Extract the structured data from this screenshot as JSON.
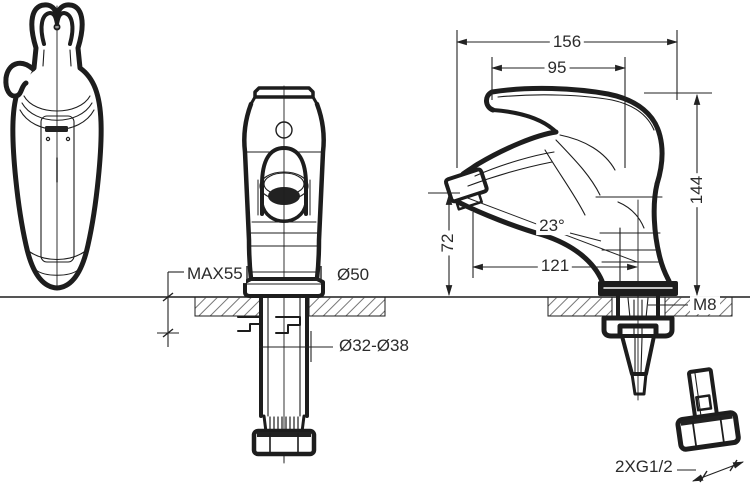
{
  "colors": {
    "line": "#1d1d1d",
    "text": "#2b2b2b",
    "background": "#ffffff",
    "hatch": "#777777"
  },
  "labels": {
    "overall_length": "156",
    "lever_length": "95",
    "total_height": "144",
    "spout_outlet_height": "72",
    "spout_angle": "23°",
    "spout_reach": "121",
    "max_deck_thickness": "MAX55",
    "base_diameter": "Ø50",
    "mounting_hole_diameter": "Ø32-Ø38",
    "fixing_stud_thread": "M8",
    "supply_connection_thread": "2XG1/2"
  }
}
